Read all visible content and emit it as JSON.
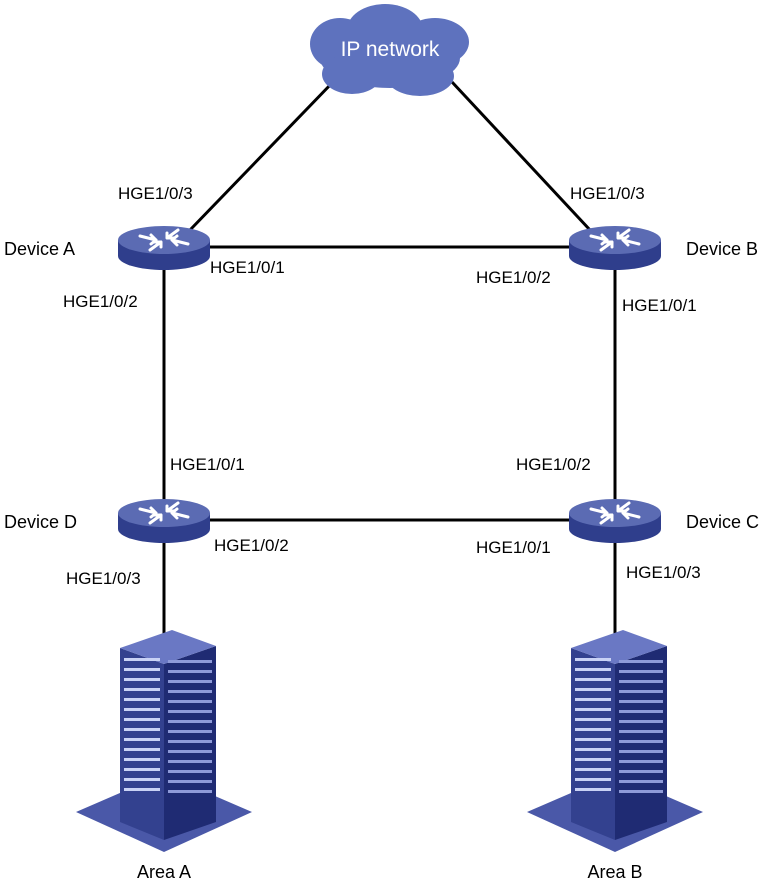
{
  "cloud": {
    "label": "IP network"
  },
  "devices": {
    "a": {
      "name": "Device A"
    },
    "b": {
      "name": "Device B"
    },
    "c": {
      "name": "Device C"
    },
    "d": {
      "name": "Device D"
    }
  },
  "ports": {
    "a_cloud": "HGE1/0/3",
    "b_cloud": "HGE1/0/3",
    "a_to_b": "HGE1/0/1",
    "b_to_a": "HGE1/0/2",
    "a_to_d": "HGE1/0/2",
    "b_to_c": "HGE1/0/1",
    "d_to_a": "HGE1/0/1",
    "c_to_b": "HGE1/0/2",
    "d_to_c": "HGE1/0/2",
    "c_to_d": "HGE1/0/1",
    "d_to_area": "HGE1/0/3",
    "c_to_area": "HGE1/0/3"
  },
  "areas": {
    "a": {
      "name": "Area A"
    },
    "b": {
      "name": "Area B"
    }
  },
  "colors": {
    "device_top": "#5b6bb3",
    "device_side": "#2f3e8c",
    "cloud": "#5e72be",
    "building_front": "#33418f",
    "building_side": "#1f2b73",
    "ground": "#4a58a8",
    "link": "#000000"
  }
}
